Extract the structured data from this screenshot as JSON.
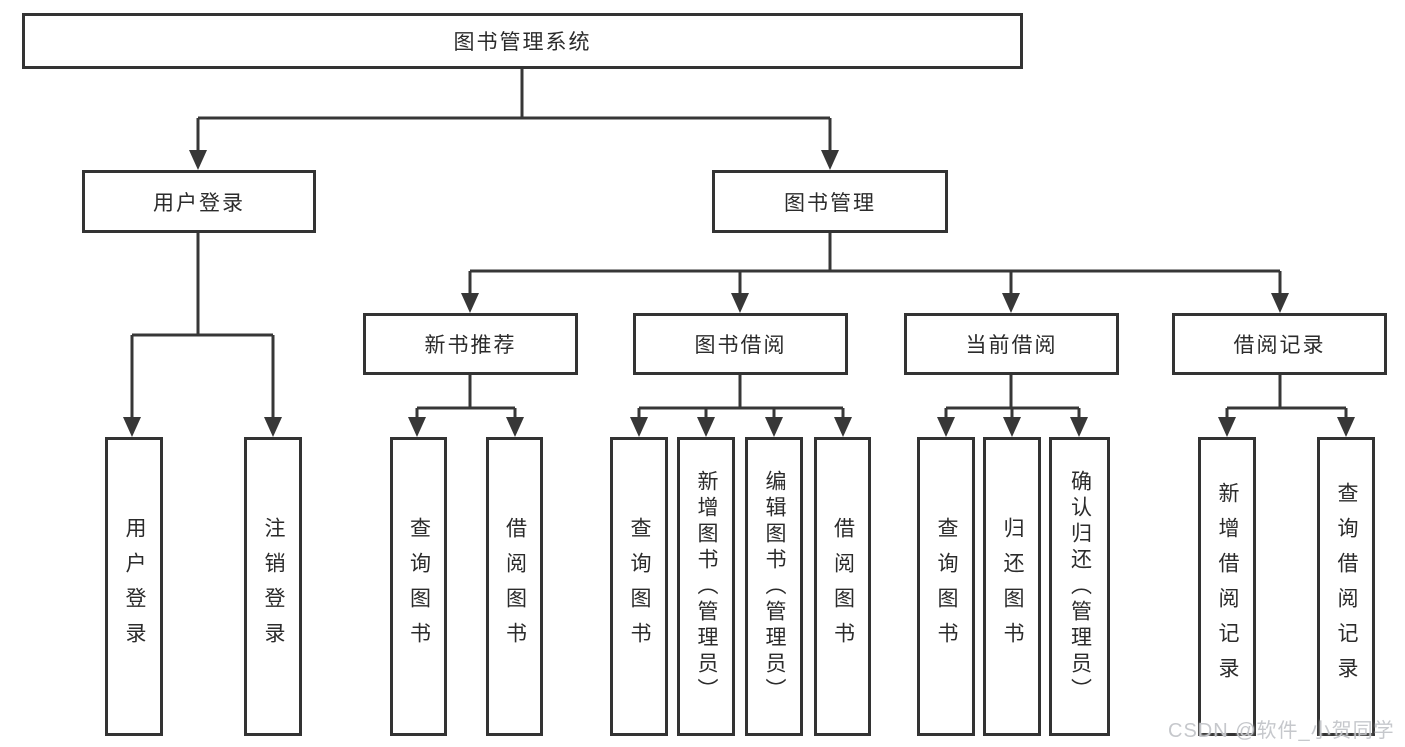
{
  "nodes": {
    "root": "图书管理系统",
    "user_login": "用户登录",
    "book_mgmt": "图书管理",
    "new_book_rec": "新书推荐",
    "book_borrow": "图书借阅",
    "current_borrow": "当前借阅",
    "borrow_records": "借阅记录",
    "leaf_user_login": "用户登录",
    "leaf_logout": "注销登录",
    "leaf_rec_query": "查询图书",
    "leaf_rec_borrow": "借阅图书",
    "leaf_bb_query": "查询图书",
    "leaf_bb_add": "新增图书（管理员）",
    "leaf_bb_edit": "编辑图书（管理员）",
    "leaf_bb_borrow": "借阅图书",
    "leaf_cb_query": "查询图书",
    "leaf_cb_return": "归还图书",
    "leaf_cb_confirm": "确认归还（管理员）",
    "leaf_br_add": "新增借阅记录",
    "leaf_br_query": "查询借阅记录"
  },
  "colors": {
    "line": "#373737",
    "border": "#333333",
    "text": "#2b2b2b",
    "watermark": "#c4c6ca"
  },
  "watermark": "CSDN @软件_小贺同学"
}
